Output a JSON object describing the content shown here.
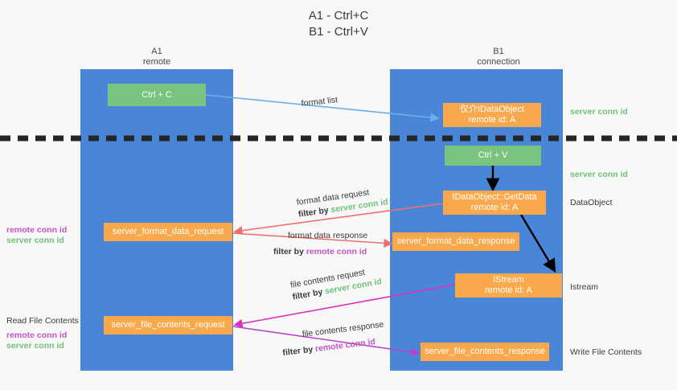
{
  "title": "A1 - Ctrl+C\nB1 - Ctrl+V",
  "columns": [
    {
      "name": "a1",
      "label": "A1\nremote"
    },
    {
      "name": "b1",
      "label": "B1\nconnection"
    }
  ],
  "boxes": [
    {
      "name": "ctrl-c-box",
      "label": "Ctrl + C",
      "color": "green"
    },
    {
      "name": "idataobject-box",
      "label": "仅介IDataObject\nremote id: A",
      "color": "orange"
    },
    {
      "name": "ctrl-v-box",
      "label": "Ctrl + V",
      "color": "green"
    },
    {
      "name": "getdata-box",
      "label": "IDataObject::GetData\nremote id: A",
      "color": "orange"
    },
    {
      "name": "server-format-data-request-box",
      "label": "server_format_data_request",
      "color": "orange"
    },
    {
      "name": "server-format-data-response-box",
      "label": "server_format_data_response",
      "color": "orange"
    },
    {
      "name": "istream-box",
      "label": "IStream\nremote id: A",
      "color": "orange"
    },
    {
      "name": "server-file-contents-request-box",
      "label": "server_file_contents_request",
      "color": "orange"
    },
    {
      "name": "server-file-contents-response-box",
      "label": "server_file_contents_response",
      "color": "orange"
    }
  ],
  "edges": {
    "format_list": "format list",
    "format_data_request": "format data request",
    "format_data_request_filter_prefix": "filter by ",
    "format_data_request_filter_value": "server conn id",
    "format_data_response": "format data response",
    "format_data_response_filter_prefix": "filter by ",
    "format_data_response_filter_value": "remote conn id",
    "file_contents_request": "file contents request",
    "file_contents_request_filter_prefix": "filter by ",
    "file_contents_request_filter_value": "server conn id",
    "file_contents_response": "file contents response",
    "file_contents_response_filter_prefix": "filter by ",
    "file_contents_response_filter_value": "remote conn id"
  },
  "annotations": {
    "server_conn_id_top": "server conn id",
    "server_conn_id_second": "server conn id",
    "data_object": "DataObject",
    "istream": "Istream",
    "write_file_contents": "Write File Contents",
    "read_file_contents": "Read File Contents",
    "left_remote_conn_id_1": "remote conn id",
    "left_server_conn_id_1": "server conn id",
    "left_remote_conn_id_2": "remote conn id",
    "left_server_conn_id_2": "server conn id"
  },
  "colors": {
    "lane": "#4a86d8",
    "orange": "#f9a94c",
    "green": "#79c47e",
    "green_text": "#6fc276",
    "magenta_text": "#c454c4",
    "blue_arrow": "#6ab0e8",
    "red_arrow": "#ef6f6f",
    "magenta_arrow": "#d832b8",
    "purple_arrow": "#b446c8",
    "black_arrow": "#000000",
    "divider": "#262626"
  }
}
